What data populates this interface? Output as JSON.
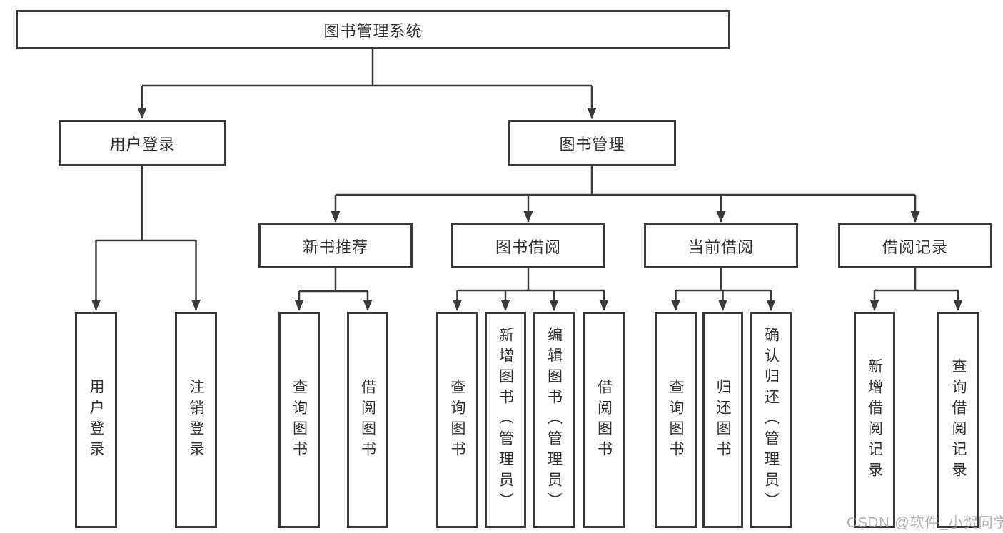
{
  "diagram": {
    "title_node": {
      "label": "图书管理系统"
    },
    "level1": [
      {
        "label": "用户登录"
      },
      {
        "label": "图书管理"
      }
    ],
    "level2": [
      {
        "label": "新书推荐"
      },
      {
        "label": "图书借阅"
      },
      {
        "label": "当前借阅"
      },
      {
        "label": "借阅记录"
      }
    ],
    "leaves": {
      "login": [
        "用户登录",
        "注销登录"
      ],
      "newbook": [
        "查询图书",
        "借阅图书"
      ],
      "borrow": [
        "查询图书",
        "新增图书（管理员）",
        "编辑图书（管理员）",
        "借阅图书"
      ],
      "current": [
        "查询图书",
        "归还图书",
        "确认归还（管理员）"
      ],
      "records": [
        "新增借阅记录",
        "查询借阅记录"
      ]
    }
  },
  "watermark": {
    "text": "CSDN @软件_小贺同学"
  },
  "colors": {
    "line": "#3a3a3a",
    "box_border": "#3a3a3a",
    "text": "#333333",
    "background": "#ffffff",
    "watermark": "#a4a4a4"
  }
}
